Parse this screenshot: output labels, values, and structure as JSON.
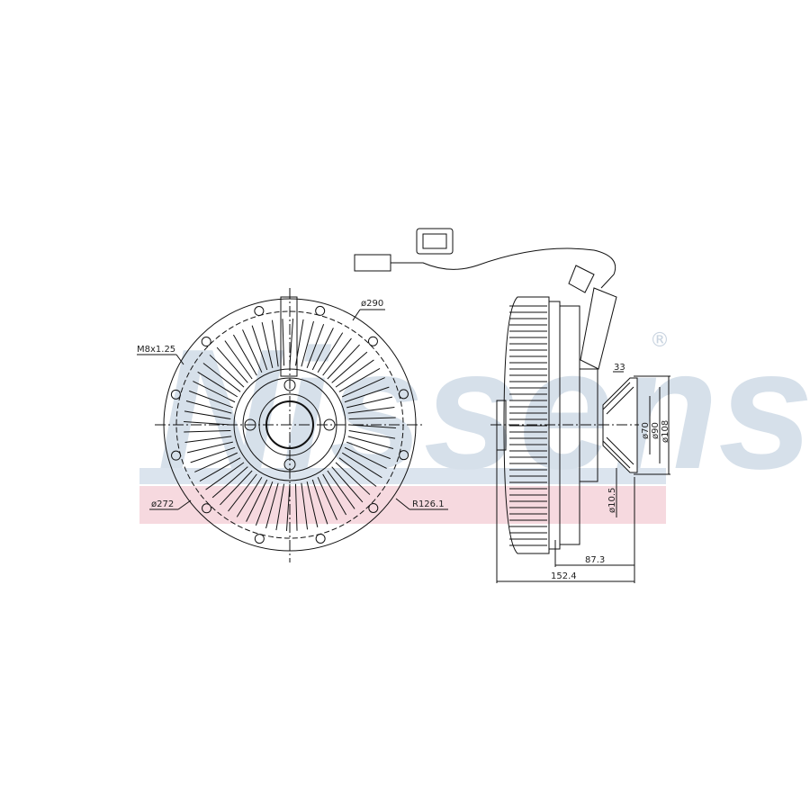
{
  "watermark": {
    "brand": "Nissens",
    "registered_mark": "®",
    "band_color": "#f6d9df",
    "band_color_blue": "#dbe4ee",
    "text_color": "#d6e0ea"
  },
  "front_view": {
    "labels": {
      "outer_diameter": "ø290",
      "thread": "M8x1.25",
      "bolt_circle": "ø272",
      "radius": "R126.1"
    }
  },
  "side_view": {
    "labels": {
      "hub_depth": "33",
      "d70": "ø70",
      "d90": "ø90",
      "d108": "ø108",
      "hole": "ø10.5",
      "length_inner": "87.3",
      "length_total": "152.4"
    }
  }
}
